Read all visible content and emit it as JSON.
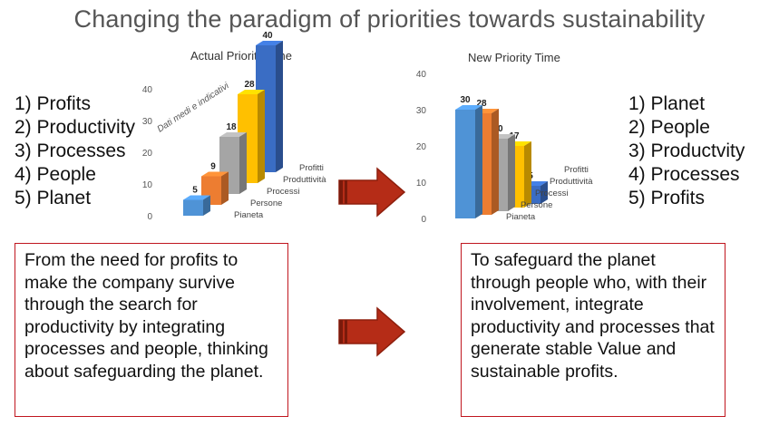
{
  "title": "Changing the paradigm of priorities towards sustainability",
  "left_list": [
    "1) Profits",
    "2) Productivity",
    "3) Processes",
    "4) People",
    "5) Planet"
  ],
  "right_list": [
    "1) Planet",
    "2) People",
    "3) Productvity",
    "4) Processes",
    "5) Profits"
  ],
  "left_box": "From the need for profits to make the company survive through the search for productivity by integrating processes and people, thinking about safeguarding the planet.",
  "right_box": "To safeguard the planet through people who, with their involvement, integrate productivity and processes that generate stable Value and sustainable profits.",
  "colors": {
    "border": "#c0161f",
    "arrow": "#b52c17"
  },
  "chart_data": [
    {
      "type": "bar",
      "title": "Actual Priority Time",
      "annotation": "Dati medi e indicativi",
      "categories": [
        "Pianeta",
        "Persone",
        "Processi",
        "Produttività",
        "Profitti"
      ],
      "values": [
        5,
        9,
        18,
        28,
        40
      ],
      "colors": [
        "#4f93d6",
        "#ed7d31",
        "#a5a5a5",
        "#ffc000",
        "#3a6dc4"
      ],
      "ylim": [
        0,
        40
      ],
      "yticks": [
        "0",
        "10",
        "20",
        "30",
        "40"
      ]
    },
    {
      "type": "bar",
      "title": "New Priority Time",
      "categories": [
        "Pianeta",
        "Persone",
        "Processi",
        "Produttività",
        "Profitti"
      ],
      "values": [
        30,
        28,
        20,
        17,
        5
      ],
      "colors": [
        "#4f93d6",
        "#ed7d31",
        "#a5a5a5",
        "#ffc000",
        "#3a6dc4"
      ],
      "ylim": [
        0,
        40
      ],
      "yticks": [
        "0",
        "10",
        "20",
        "30",
        "40"
      ]
    }
  ]
}
